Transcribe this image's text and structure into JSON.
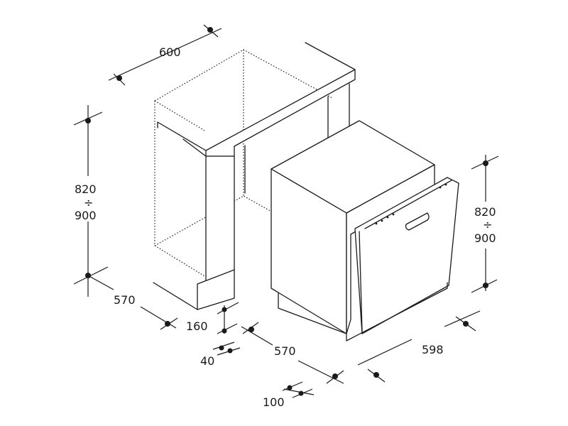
{
  "dimensions": {
    "top_width": "600",
    "left_height_top": "820",
    "left_height_sep": "÷",
    "left_height_bottom": "900",
    "left_depth": "570",
    "plinth_height": "160",
    "plinth_recess": "40",
    "appliance_depth": "570",
    "door_offset": "100",
    "appliance_width": "598",
    "right_height_top": "820",
    "right_height_sep": "÷",
    "right_height_bottom": "900"
  }
}
